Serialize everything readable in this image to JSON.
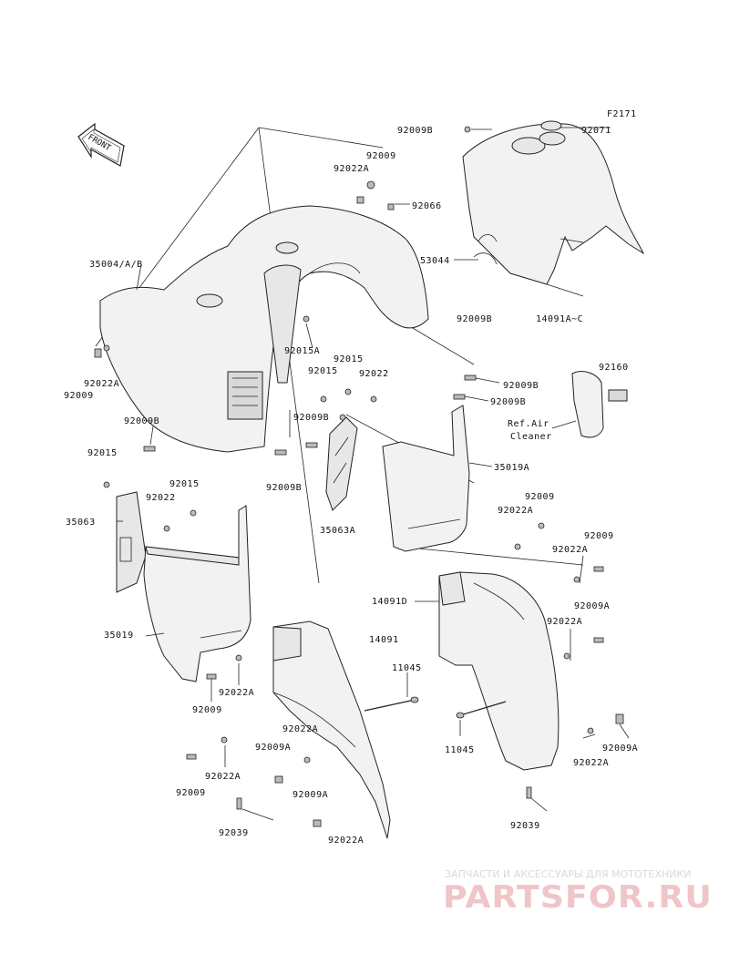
{
  "diagram": {
    "figure_code": "F2171",
    "front_marker": "FRONT",
    "note_ref_air_line1": "Ref.Air",
    "note_ref_air_line2": "Cleaner",
    "watermark_line1": "ЗАПЧАСТИ И АКСЕССУАРЫ ДЛЯ МОТОТЕХНИКИ",
    "watermark_line2": "PARTSFOR.RU",
    "labels": [
      "92009B",
      "92071",
      "92009",
      "92022A",
      "92066",
      "53044",
      "92009B",
      "14091A~C",
      "35004/A/B",
      "92022A",
      "92009",
      "92015A",
      "92015",
      "92015",
      "92022",
      "92009B",
      "92009B",
      "92160",
      "92009B",
      "92009B",
      "92015",
      "92009B",
      "35019A",
      "35063A",
      "92015",
      "92022",
      "35063",
      "92009",
      "92022A",
      "92009",
      "92022A",
      "14091D",
      "14091",
      "92009A",
      "92022A",
      "11045",
      "35019",
      "92022A",
      "92009",
      "11045",
      "92022A",
      "92009A",
      "92009A",
      "92022A",
      "92022A",
      "92009",
      "92009A",
      "92039",
      "92022A",
      "92039"
    ]
  }
}
